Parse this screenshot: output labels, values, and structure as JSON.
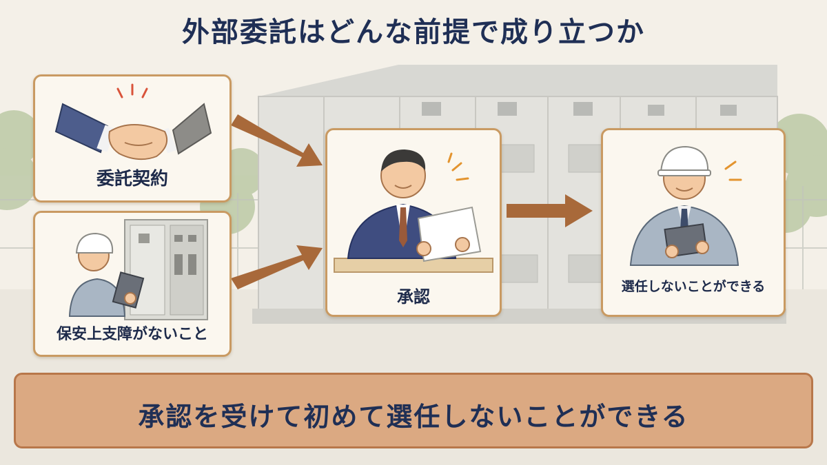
{
  "title": "外部委託はどんな前提で成り立つか",
  "cards": {
    "contract": {
      "label": "委託契約",
      "icon": "handshake-icon"
    },
    "safety": {
      "label": "保安上支障がないこと",
      "icon": "inspector-icon"
    },
    "approval": {
      "label": "承認",
      "icon": "official-reading-icon"
    },
    "result": {
      "label": "選任しないことができる",
      "icon": "worker-icon"
    }
  },
  "conclusion": "承認を受けて初めて選任しないことができる",
  "colors": {
    "title": "#1f2f55",
    "card_border": "#c99a62",
    "arrow": "#a8693a",
    "banner_fill": "#dba982",
    "banner_border": "#b8774a"
  }
}
